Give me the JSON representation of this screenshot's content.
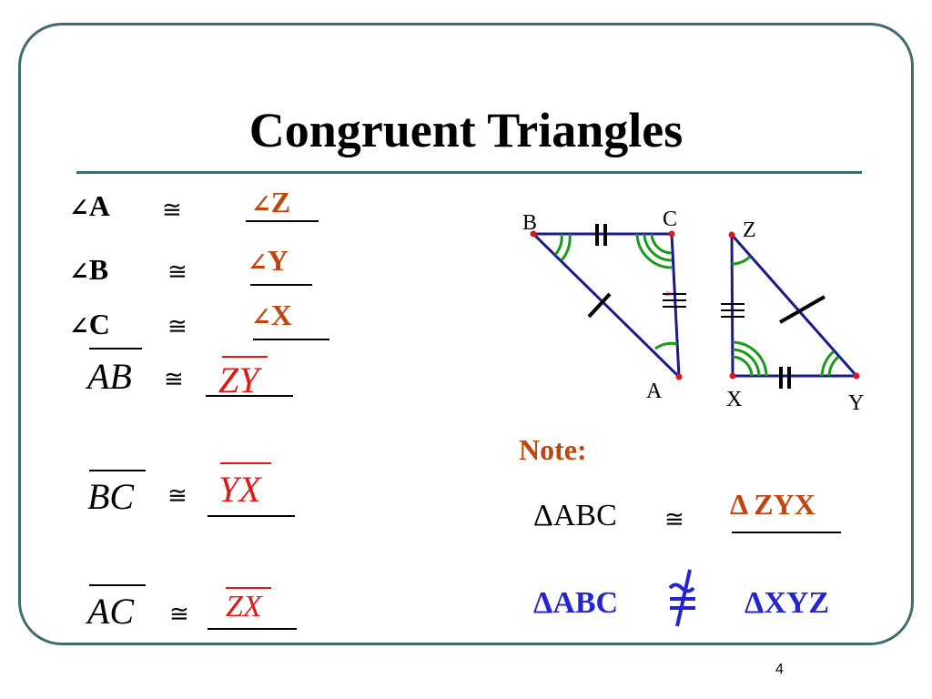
{
  "slide": {
    "title": "Congruent Triangles",
    "page_number": "4"
  },
  "angles": [
    {
      "given": "A",
      "answer": "Z"
    },
    {
      "given": "B",
      "answer": "Y"
    },
    {
      "given": "C",
      "answer": "X"
    }
  ],
  "segments": [
    {
      "given": "AB",
      "answer": "ZY"
    },
    {
      "given": "BC",
      "answer": "YX"
    },
    {
      "given": "AC",
      "answer": "ZX"
    }
  ],
  "symbols": {
    "angle": "∠",
    "congruent": "≅",
    "triangle": "Δ"
  },
  "figure": {
    "triangle1": {
      "B": "B",
      "C": "C",
      "A": "A"
    },
    "triangle2": {
      "Z": "Z",
      "X": "X",
      "Y": "Y"
    },
    "tiny_label": "ZX"
  },
  "note": {
    "label": "Note:",
    "stmt1_left": "ΔABC",
    "stmt1_right": "Δ ZYX",
    "stmt2_left": "ΔABC",
    "stmt2_right": "ΔXYZ"
  },
  "colors": {
    "border": "#3f6b70",
    "answer_orange": "#c0450e",
    "answer_red": "#e01818",
    "triangle_blue": "#1a1a8c",
    "arc_green": "#1a9a1a",
    "note_blue": "#2424d0"
  }
}
